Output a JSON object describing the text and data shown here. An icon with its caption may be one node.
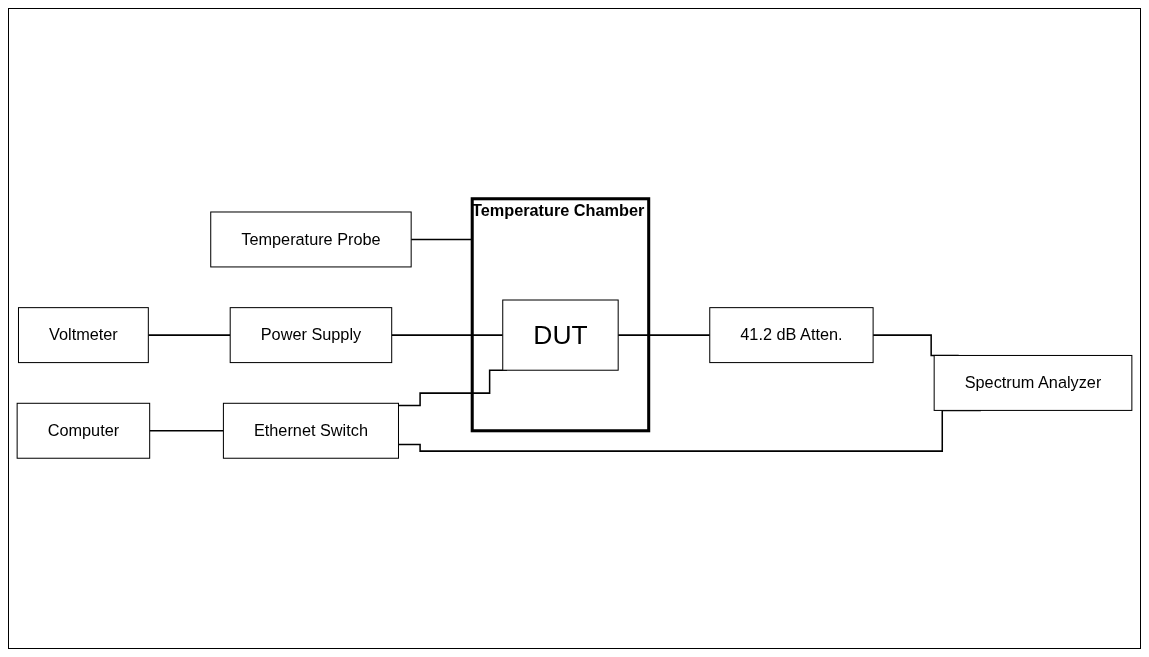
{
  "diagram": {
    "nodes": [
      {
        "text": [
          "Voltmeter"
        ]
      },
      {
        "text": [
          "Temperature Probe"
        ]
      },
      {
        "text": [
          "Power Supply"
        ]
      },
      {
        "text": [
          "Temperature Chamber"
        ]
      },
      {
        "text": [
          "DUT"
        ],
        "in": 3
      },
      {
        "text": [
          "Computer"
        ]
      },
      {
        "text": [
          "Ethernet Switch"
        ]
      },
      {
        "text": [
          "41.2 dB Atten."
        ]
      },
      {
        "text": [
          "Spectrum Analyzer"
        ]
      }
    ],
    "edges": [
      {
        "from": 0,
        "to": 2,
        "arrow": "none"
      },
      {
        "from": 1,
        "to": 3,
        "arrow": "none"
      },
      {
        "from": 2,
        "to": 4,
        "arrow": "none"
      },
      {
        "from": 5,
        "to": 6,
        "arrow": "none"
      },
      {
        "from": 6,
        "to": 4,
        "arrow": "none"
      },
      {
        "from": 4,
        "to": 7,
        "arrow": "none"
      },
      {
        "from": 7,
        "to": 8,
        "arrow": "none"
      },
      {
        "from": 6,
        "to": 8,
        "arrow": "none"
      }
    ]
  }
}
